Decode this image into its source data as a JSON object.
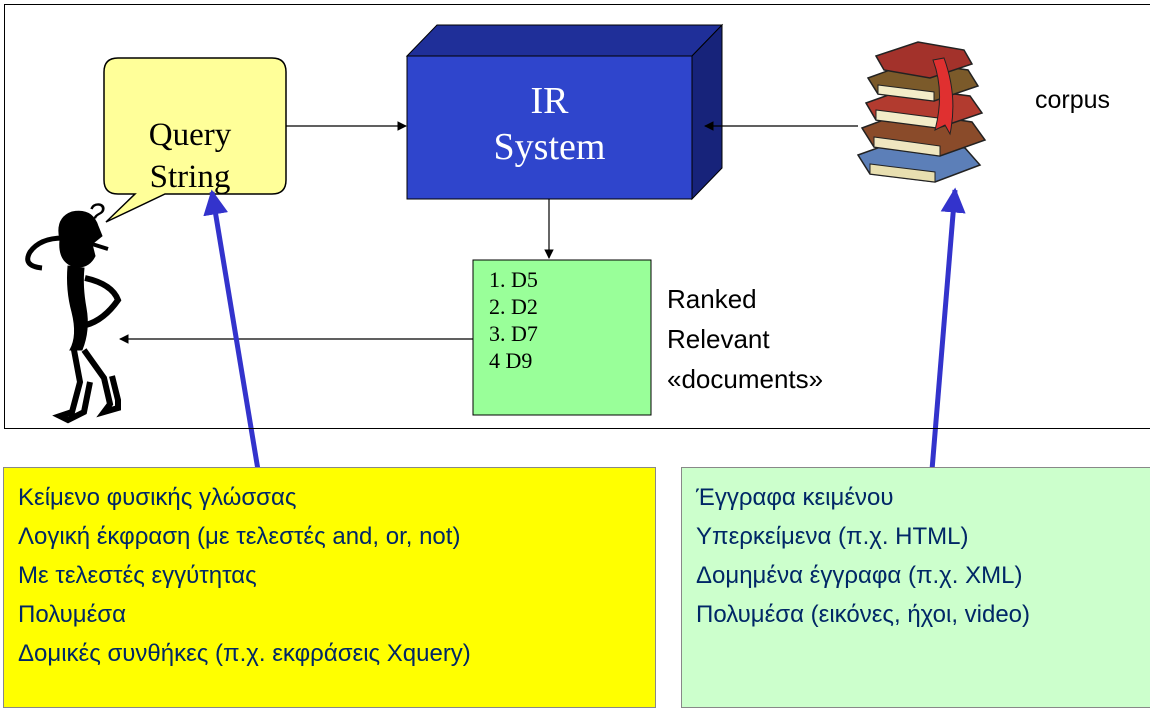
{
  "query_bubble": {
    "line1": "Query",
    "line2": "String"
  },
  "thinker": {
    "question_mark": "?"
  },
  "ir_system": {
    "line1": "IR",
    "line2": "System"
  },
  "corpus": {
    "label": "corpus"
  },
  "results": {
    "items": [
      "1. D5",
      "2. D2",
      "3. D7",
      "4  D9"
    ],
    "label_lines": [
      "Ranked",
      "Relevant",
      "«documents»"
    ]
  },
  "query_types": {
    "items": [
      "Κείμενο φυσικής γλώσσας",
      "Λογική έκφραση (με τελεστές and, or, not)",
      "Με τελεστές εγγύτητας",
      "Πολυμέσα",
      "Δομικές συνθήκες (π.χ. εκφράσεις Xquery)"
    ]
  },
  "document_types": {
    "items": [
      "Έγγραφα κειμένου",
      "Υπερκείμενα (π.χ. HTML)",
      "Δομημένα έγγραφα (π.χ. XML)",
      "Πολυμέσα (εικόνες, ήχοι, video)"
    ]
  },
  "colors": {
    "ir_box_front": "#2f45cc",
    "ir_box_top": "#1f2f99",
    "ir_box_side": "#17237a",
    "bubble_fill": "#ffff99",
    "results_fill": "#99ff99",
    "pointer_arrow": "#3333cc",
    "left_panel": "#ffff00",
    "right_panel": "#ccffcc",
    "panel_text": "#002766"
  }
}
